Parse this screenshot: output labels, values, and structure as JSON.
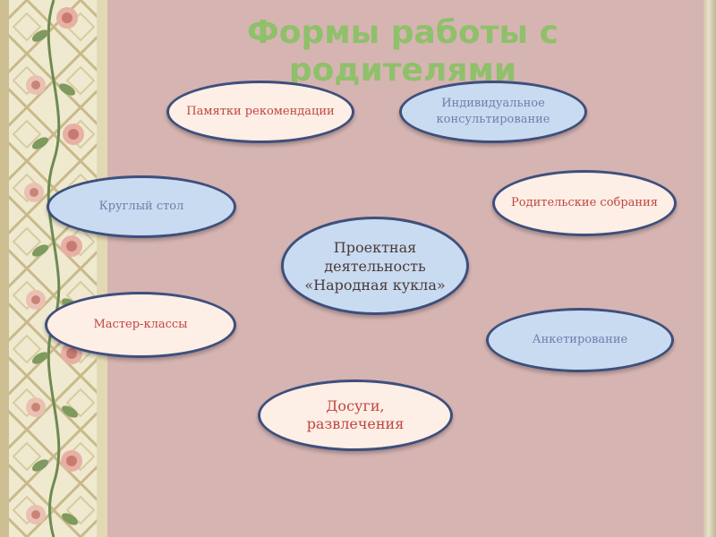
{
  "title": "Формы работы с родителями",
  "center": "Проектная деятельность «Народная кукла»",
  "nodes": {
    "pamyatki": "Памятки рекомендации",
    "individual": "Индивидуальное консультирование",
    "round_table": "Круглый стол",
    "parent_meetings": "Родительские собрания",
    "master_classes": "Мастер-классы",
    "survey": "Анкетирование",
    "leisure": "Досуги, развлечения"
  },
  "colors": {
    "title": "#8fc06a",
    "background": "#d6b4b2",
    "peach_fill": "#fdeee6",
    "blue_fill": "#c9dbf0",
    "outline": "#3e4f7c"
  }
}
